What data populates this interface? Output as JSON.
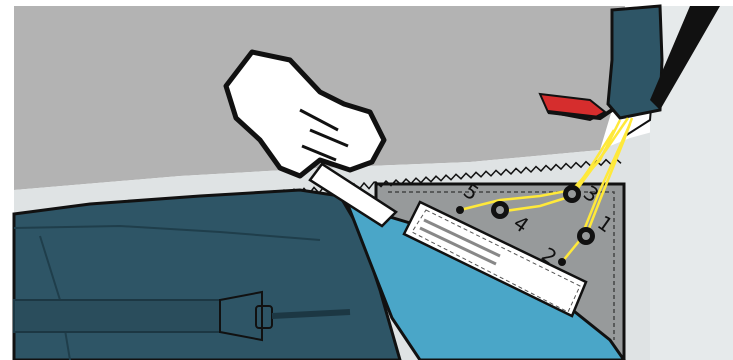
{
  "diagram": {
    "port_labels": [
      "1",
      "2",
      "3",
      "4",
      "5"
    ],
    "icon_names": {
      "hand": "pointing-hand-icon",
      "cable": "yellow-wire-icon",
      "tool": "pry-tool-icon",
      "strap": "strap-icon",
      "connector": "connector-icon"
    },
    "colors": {
      "background": "#ffffff",
      "upper_panel": "#b3b3b3",
      "ledge": "#dfe3e4",
      "dark_cover": "#2e5566",
      "light_cover": "#4aa6c8",
      "connector_panel": "#979a9b",
      "wire": "#ffe93a",
      "red_tab": "#d62d2d",
      "outline": "#111111"
    }
  }
}
